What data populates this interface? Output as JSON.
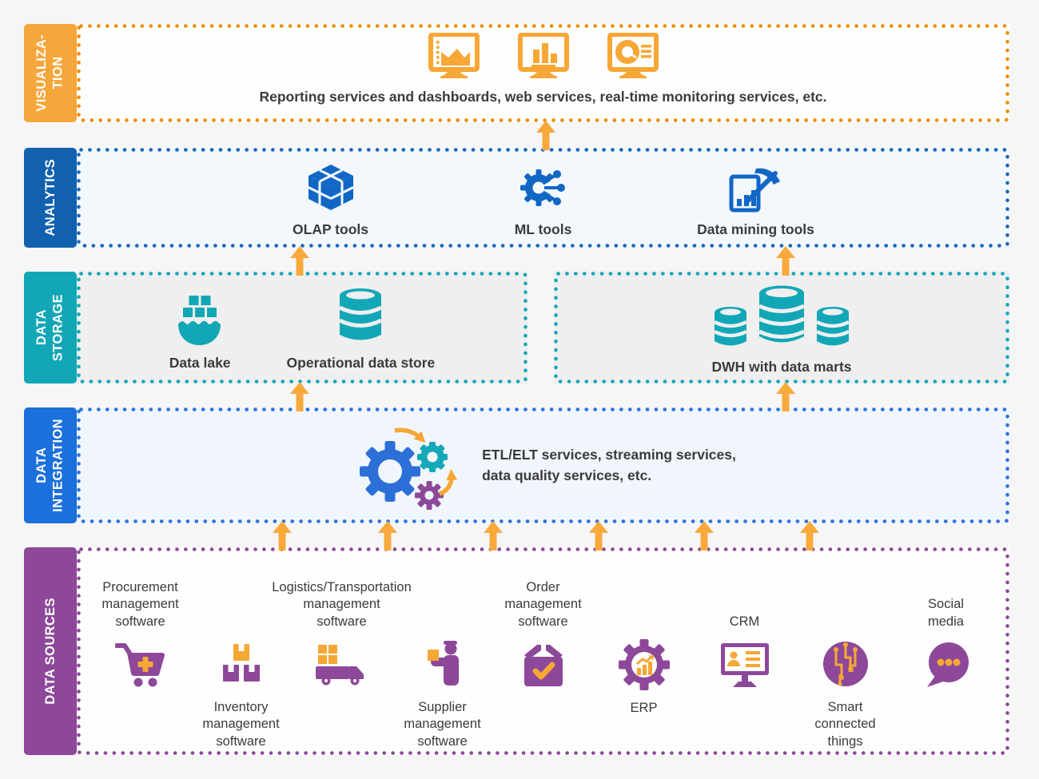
{
  "colors": {
    "orange": "#F7A735",
    "orange_border": "#EE8D01",
    "blue_icon": "#1167C5",
    "blue_label_analytics": "#1161AE",
    "blue_label_integration": "#1C70DC",
    "teal": "#12A7B7",
    "purple": "#8D4899",
    "arrow_orange": "#F9A93C",
    "text": "#3B3B3B"
  },
  "rows": {
    "visualization": {
      "label": "VISUALIZA-\nTION",
      "caption": "Reporting services and dashboards, web services, real-time monitoring services, etc.",
      "icons": [
        "monitor-line-chart-icon",
        "monitor-bar-chart-icon",
        "monitor-donut-chart-icon"
      ]
    },
    "analytics": {
      "label": "ANALYTICS",
      "items": [
        {
          "label": "OLAP tools",
          "icon": "olap-cube-icon"
        },
        {
          "label": "ML tools",
          "icon": "ml-gear-circuit-icon"
        },
        {
          "label": "Data mining tools",
          "icon": "data-mining-pickaxe-icon"
        }
      ]
    },
    "storage": {
      "label": "DATA\nSTORAGE",
      "items": [
        {
          "label": "Data lake",
          "icon": "data-lake-icon"
        },
        {
          "label": "Operational data store",
          "icon": "database-cylinder-icon"
        },
        {
          "label": "DWH with data marts",
          "icon": "three-databases-icon"
        }
      ]
    },
    "integration": {
      "label": "DATA\nINTEGRATION",
      "caption": "ETL/ELT services, streaming services,\ndata quality services, etc.",
      "icon": "gears-etl-icon"
    },
    "sources": {
      "label": "DATA SOURCES",
      "items": [
        {
          "label": "Procurement\nmanagement\nsoftware",
          "icon": "shopping-cart-icon",
          "label_position": "top"
        },
        {
          "label": "Inventory\nmanagement\nsoftware",
          "icon": "stacked-boxes-icon",
          "label_position": "bottom"
        },
        {
          "label": "Logistics/Transportation\nmanagement\nsoftware",
          "icon": "delivery-truck-icon",
          "label_position": "top"
        },
        {
          "label": "Supplier\nmanagement\nsoftware",
          "icon": "person-with-box-icon",
          "label_position": "bottom"
        },
        {
          "label": "Order\nmanagement\nsoftware",
          "icon": "box-checkmark-icon",
          "label_position": "top"
        },
        {
          "label": "ERP",
          "icon": "gear-chart-icon",
          "label_position": "bottom"
        },
        {
          "label": "CRM",
          "icon": "crm-monitor-icon",
          "label_position": "top"
        },
        {
          "label": "Smart\nconnected\nthings",
          "icon": "iot-circuit-sphere-icon",
          "label_position": "bottom"
        },
        {
          "label": "Social\nmedia",
          "icon": "speech-bubble-icon",
          "label_position": "top"
        }
      ]
    }
  }
}
